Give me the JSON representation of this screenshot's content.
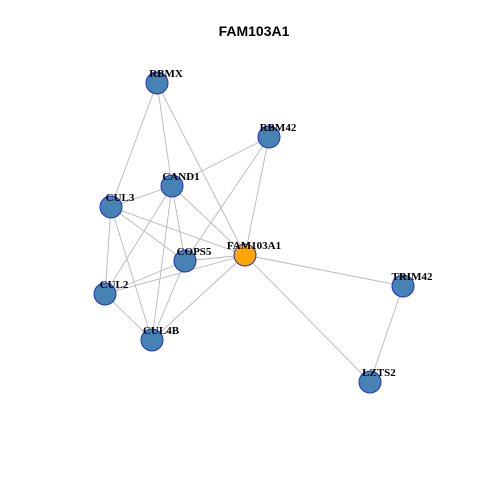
{
  "graph": {
    "title": "FAM103A1",
    "colors": {
      "node_default": "#4682b4",
      "node_focus": "#ffa500",
      "node_border": "#2030c8",
      "edge": "#b8b8b8"
    },
    "nodes": [
      {
        "id": "RBMX",
        "label": "RBMX",
        "focus": false
      },
      {
        "id": "RBM42",
        "label": "RBM42",
        "focus": false
      },
      {
        "id": "CAND1",
        "label": "CAND1",
        "focus": false
      },
      {
        "id": "CUL3",
        "label": "CUL3",
        "focus": false
      },
      {
        "id": "FAM103A1",
        "label": "FAM103A1",
        "focus": true
      },
      {
        "id": "COPS5",
        "label": "COPS5",
        "focus": false
      },
      {
        "id": "TRIM42",
        "label": "TRIM42",
        "focus": false
      },
      {
        "id": "CUL2",
        "label": "CUL2",
        "focus": false
      },
      {
        "id": "CUL4B",
        "label": "CUL4B",
        "focus": false
      },
      {
        "id": "LZTS2",
        "label": "LZTS2",
        "focus": false
      }
    ],
    "edges": [
      [
        "RBMX",
        "CUL3"
      ],
      [
        "RBMX",
        "CAND1"
      ],
      [
        "RBMX",
        "FAM103A1"
      ],
      [
        "RBM42",
        "CAND1"
      ],
      [
        "RBM42",
        "FAM103A1"
      ],
      [
        "RBM42",
        "COPS5"
      ],
      [
        "CAND1",
        "CUL3"
      ],
      [
        "CAND1",
        "FAM103A1"
      ],
      [
        "CAND1",
        "COPS5"
      ],
      [
        "CAND1",
        "CUL2"
      ],
      [
        "CAND1",
        "CUL4B"
      ],
      [
        "CUL3",
        "FAM103A1"
      ],
      [
        "CUL3",
        "COPS5"
      ],
      [
        "CUL3",
        "CUL2"
      ],
      [
        "CUL3",
        "CUL4B"
      ],
      [
        "COPS5",
        "FAM103A1"
      ],
      [
        "COPS5",
        "CUL2"
      ],
      [
        "COPS5",
        "CUL4B"
      ],
      [
        "CUL2",
        "FAM103A1"
      ],
      [
        "CUL2",
        "CUL4B"
      ],
      [
        "CUL4B",
        "FAM103A1"
      ],
      [
        "FAM103A1",
        "TRIM42"
      ],
      [
        "FAM103A1",
        "LZTS2"
      ],
      [
        "TRIM42",
        "LZTS2"
      ]
    ]
  }
}
